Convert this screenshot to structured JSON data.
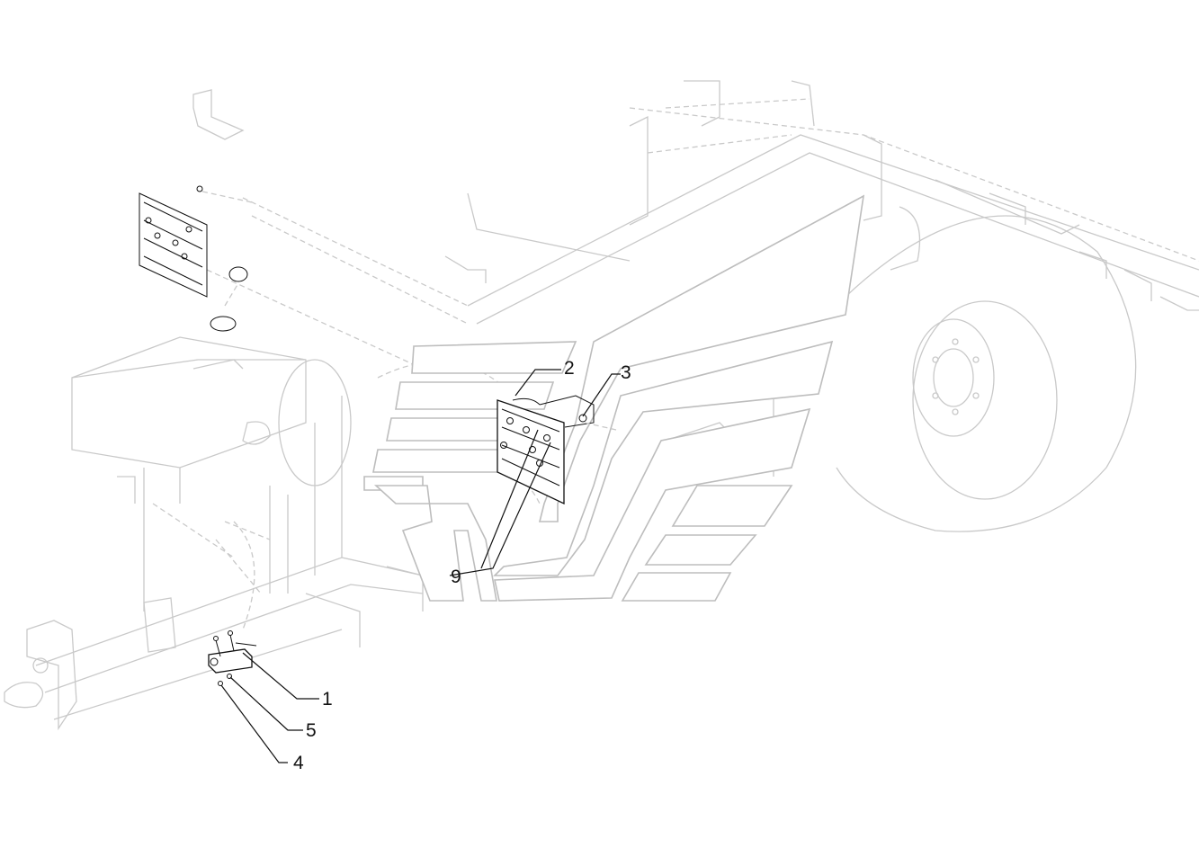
{
  "callouts": {
    "c1": "1",
    "c2": "2",
    "c3": "3",
    "c4": "4",
    "c5": "5",
    "c9": "9"
  },
  "colors": {
    "background": "#ffffff",
    "context_lines": "#c9c9c9",
    "highlighted_parts": "#111111"
  }
}
